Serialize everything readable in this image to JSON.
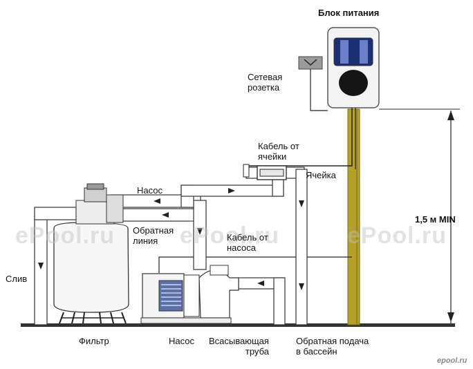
{
  "labels": {
    "power_unit": "Блок питания",
    "socket": "Сетевая\nрозетка",
    "cell_cable": "Кабель от\nячейки",
    "cell": "Ячейка",
    "pump_top": "Насос",
    "return_line": "Обратная\nлиния",
    "pump_cable": "Кабель от\nнасоса",
    "drain": "Слив",
    "height": "1,5 м MIN",
    "filter": "Фильтр",
    "pump_bottom": "Насос",
    "suction": "Всасывающая\nтруба",
    "return_pool": "Обратная подача\nв бассейн"
  },
  "watermarks": [
    "ePool.ru",
    "ePool.ru",
    "ePool.ru"
  ],
  "logo": "epool.ru",
  "colors": {
    "line": "#222222",
    "pole": "#b5a02a",
    "pole_dark": "#7d6d14",
    "pump_blue": "#5c6fa6",
    "screen": "#1d2f73",
    "ground": "#333333"
  }
}
